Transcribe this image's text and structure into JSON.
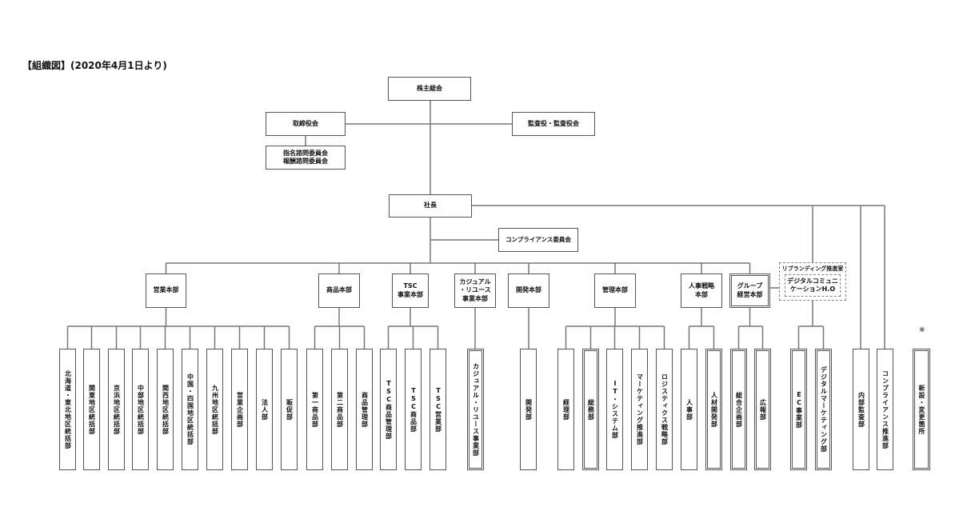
{
  "title": "【組織図】(2020年4月1日より)",
  "top": {
    "shareholders": "株主総会",
    "board": "取締役会",
    "committees": "指名諮問委員会\n報酬諮問委員会",
    "auditors": "監査役・監査役会",
    "president": "社長",
    "compliance_committee": "コンプライアンス委員会"
  },
  "divisions": [
    {
      "id": "sales",
      "label": "営業本部",
      "highlight": false,
      "departments": [
        {
          "label": "北海道・東北地区統括部",
          "highlight": false
        },
        {
          "label": "関東地区統括部",
          "highlight": false
        },
        {
          "label": "京浜地区統括部",
          "highlight": false
        },
        {
          "label": "中部地区統括部",
          "highlight": false
        },
        {
          "label": "関西地区統括部",
          "highlight": false
        },
        {
          "label": "中国・四国地区統括部",
          "highlight": false
        },
        {
          "label": "九州地区統括部",
          "highlight": false
        },
        {
          "label": "営業企画部",
          "highlight": false
        },
        {
          "label": "法人部",
          "highlight": false
        },
        {
          "label": "販促部",
          "highlight": false
        }
      ]
    },
    {
      "id": "merch",
      "label": "商品本部",
      "highlight": false,
      "departments": [
        {
          "label": "第一商品部",
          "highlight": false
        },
        {
          "label": "第二商品部",
          "highlight": false
        },
        {
          "label": "商品管理部",
          "highlight": false
        }
      ]
    },
    {
      "id": "tsc",
      "label": "TSC\n事業本部",
      "highlight": false,
      "departments": [
        {
          "label": "TSC商品管理部",
          "highlight": false
        },
        {
          "label": "TSC商品部",
          "highlight": false
        },
        {
          "label": "TSC営業部",
          "highlight": false
        }
      ]
    },
    {
      "id": "casual",
      "label": "カジュアル\n・リユース\n事業本部",
      "highlight": false,
      "departments": [
        {
          "label": "カジュアル・リユース事業部",
          "highlight": true
        }
      ]
    },
    {
      "id": "dev",
      "label": "開発本部",
      "highlight": false,
      "departments": [
        {
          "label": "開発部",
          "highlight": false
        }
      ]
    },
    {
      "id": "admin",
      "label": "管理本部",
      "highlight": false,
      "departments": [
        {
          "label": "経理部",
          "highlight": false
        },
        {
          "label": "総務部",
          "highlight": true
        },
        {
          "label": "IT・システム部",
          "highlight": false
        },
        {
          "label": "マーケティング推進部",
          "highlight": false
        },
        {
          "label": "ロジスティクス戦略部",
          "highlight": false
        }
      ]
    },
    {
      "id": "hr",
      "label": "人事戦略\n本部",
      "highlight": false,
      "departments": [
        {
          "label": "人事部",
          "highlight": false
        },
        {
          "label": "人材開発部",
          "highlight": true
        }
      ]
    },
    {
      "id": "group",
      "label": "グループ\n経営本部",
      "highlight": true,
      "departments": [
        {
          "label": "総合企画部",
          "highlight": true
        },
        {
          "label": "広報部",
          "highlight": true
        }
      ]
    }
  ],
  "rebranding": {
    "label": "リブランディング推進室",
    "inner": "デジタルコミュニ\nケーションH.O",
    "departments": [
      {
        "label": "EC事業部",
        "highlight": true
      },
      {
        "label": "デジタルマーケティング部",
        "highlight": true
      }
    ]
  },
  "direct_departments": [
    {
      "label": "内部監査部",
      "highlight": false
    },
    {
      "label": "コンプライアンス推進部",
      "highlight": false
    }
  ],
  "legend": {
    "mark": "※",
    "label": "新設・変更箇所"
  }
}
